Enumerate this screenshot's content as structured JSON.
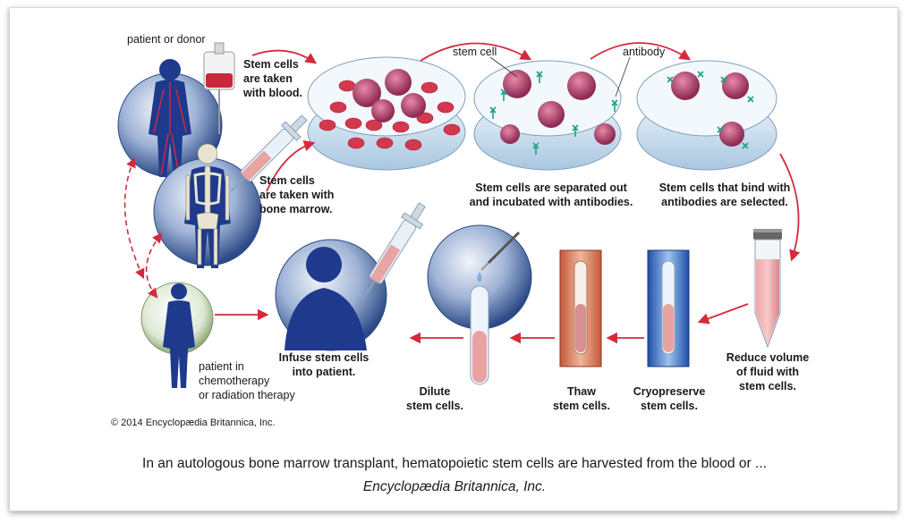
{
  "labels": {
    "patient_donor": "patient or donor",
    "blood": [
      "Stem cells",
      "are taken",
      "with blood."
    ],
    "marrow": [
      "Stem cells",
      "are taken with",
      "bone marrow."
    ],
    "stem_cell": "stem cell",
    "antibody": "antibody",
    "separated": [
      "Stem cells are separated out",
      "and incubated with antibodies."
    ],
    "selected": [
      "Stem cells that bind with",
      "antibodies are selected."
    ],
    "reduce": [
      "Reduce volume",
      "of fluid with",
      "stem cells."
    ],
    "cryo": [
      "Cryopreserve",
      "stem cells."
    ],
    "thaw": [
      "Thaw",
      "stem cells."
    ],
    "dilute": [
      "Dilute",
      "stem cells."
    ],
    "infuse": [
      "Infuse stem cells",
      "into patient."
    ],
    "patient_therapy": [
      "patient in",
      "chemotherapy",
      "or radiation therapy"
    ],
    "copyright": "© 2014 Encyclopædia Britannica, Inc."
  },
  "caption": {
    "text": "In an autologous bone marrow transplant, hematopoietic stem cells are harvested from the blood or ...",
    "credit": "Encyclopædia Britannica, Inc."
  },
  "colors": {
    "arrow": "#d42a3c",
    "cell": "#b0456e",
    "dish": "#cfe4f3",
    "circle": "#2d4c8f",
    "figure": "#1f3a8c"
  }
}
